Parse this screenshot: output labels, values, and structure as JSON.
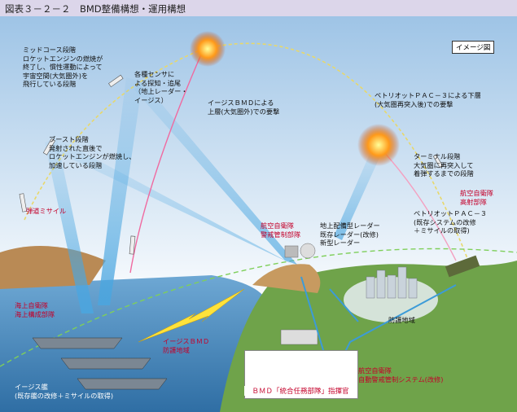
{
  "title": "図表３－２－２　BMD整備構想・運用構想",
  "image_tag": "イメージ図",
  "labels": {
    "midcourse": "ミッドコース段階\nロケットエンジンの燃焼が\n終了し、慣性運動によって\n宇宙空間(大気圏外)を\n飛行している段階",
    "sensors": "各種センサに\nよる探知・追尾\n（地上レーダー・\nイージス）",
    "aegis_bmd": "イージスＢＭＤによる\n上層(大気圏外)での要撃",
    "pac3_lower": "ペトリオットＰＡＣ－３による下層\n(大気圏再突入後)での要撃",
    "boost": "ブースト段階\n発射された直後で\nロケットエンジンが燃焼し、\n加速している段階",
    "terminal": "ターミナル段階\n大気圏に再突入して\n着弾するまでの段階",
    "ballistic_missile": "弾道ミサイル",
    "asdf_aw": "航空自衛隊\n警戒管制部隊",
    "radars": "地上配備型レーダー\n既存レーダー(改修)\n新型レーダー",
    "asdf_aa": "航空自衛隊\n高射部隊",
    "pac3_sys": "ペトリオットＰＡＣ－３\n(既存システムの改修\n＋ミサイルの取得)",
    "msdf": "海上自衛隊\n海上構成部隊",
    "aegis_defense_area": "イージスＢＭＤ\n防護地域",
    "defense_area": "防護地域",
    "aegis_ship": "イージス艦\n(既存艦の改修＋ミサイルの取得)",
    "asdf_jadge": "航空自衛隊\n自動警戒管制システム(改修)",
    "hq": "ＢＭＤ「統合任務部隊」指揮官"
  },
  "colors": {
    "sky_top": "#9ec4e6",
    "sky_bottom": "#ffffff",
    "sea": "#4f8fc0",
    "land": "#6fa34a",
    "label_red": "#c4002a",
    "trajectory": "#e8d86a",
    "interceptor_path": "#f06aa0",
    "pac3_path": "#f4a0c0",
    "link": "#3c9bd8"
  }
}
